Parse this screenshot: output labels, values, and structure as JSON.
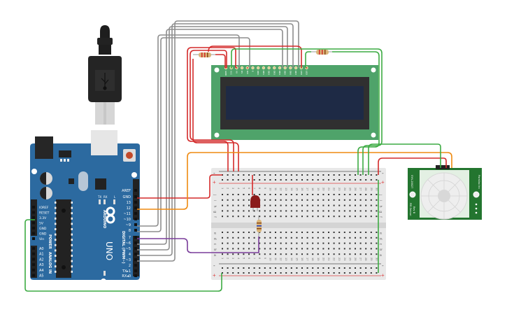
{
  "colors": {
    "arduino_board": "#2c6aa0",
    "lcd_board": "#4fa36a",
    "lcd_screen": "#1e2a45",
    "lcd_bezel": "#303030",
    "pir_board": "#23752f",
    "wire_red": "#d42a2a",
    "wire_green": "#3dab43",
    "wire_orange": "#ef8a10",
    "wire_gray": "#8e8e8e",
    "wire_purple": "#7a3d9a",
    "led_red": "#8b1a1a",
    "breadboard": "#e8e8e8"
  },
  "arduino": {
    "brand": "ARDUINO",
    "model": "UNO",
    "digital_label": "DIGITAL (PWM~)",
    "power_label": "POWER",
    "analog_label": "ANALOG IN",
    "led_labels": [
      "TX",
      "RX",
      "L",
      "ON"
    ],
    "digital_pins": [
      "AREF",
      "GND",
      "13",
      "12",
      "~11",
      "~10",
      "~9",
      "8",
      "7",
      "~6",
      "~5",
      "4",
      "~3",
      "2",
      "TX▸1",
      "RX◂0"
    ],
    "power_pins": [
      "IOREF",
      "RESET",
      "3.3V",
      "5V",
      "GND",
      "GND",
      "Vin"
    ],
    "analog_pins": [
      "A0",
      "A1",
      "A2",
      "A3",
      "A4",
      "A5"
    ]
  },
  "lcd": {
    "pins": [
      "GND",
      "VCC",
      "V0",
      "RS",
      "RW",
      "E",
      "DB0",
      "DB1",
      "DB2",
      "DB3",
      "DB4",
      "DB5",
      "DB6",
      "DB7",
      "LED",
      "LED"
    ]
  },
  "pir": {
    "left_text": "PIR Sensor",
    "left_text2": "Rev B",
    "top_text": "SYN-28027",
    "right_text": "Parallax Inc",
    "pin_labels": [
      "-",
      "OUT",
      "+"
    ]
  },
  "breadboard": {
    "rows_top": [
      "j",
      "i",
      "h",
      "g",
      "f"
    ],
    "rows_bottom": [
      "e",
      "d",
      "c",
      "b",
      "a"
    ],
    "columns": 30,
    "rail_minus": "-",
    "rail_plus": "+"
  },
  "usb": {
    "icon": "usb-icon"
  }
}
